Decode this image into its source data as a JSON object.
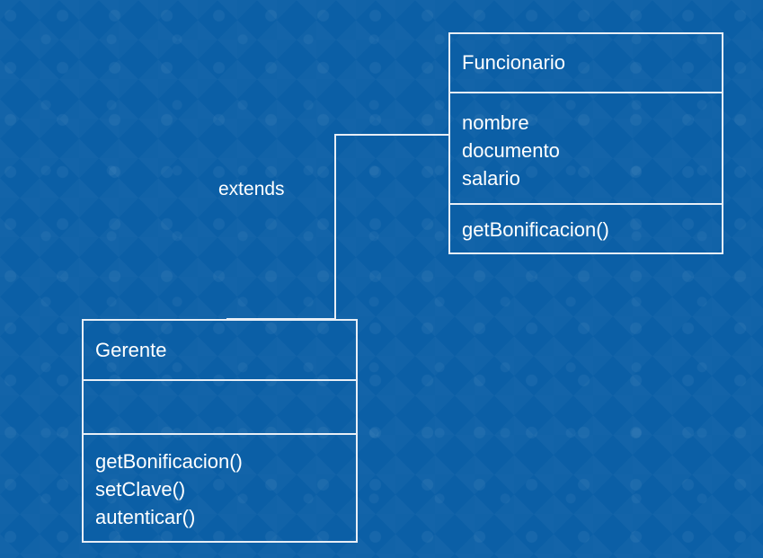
{
  "background_color": "#0b5fa6",
  "line_color": "#e8eef6",
  "relationship": {
    "label": "extends"
  },
  "classes": {
    "funcionario": {
      "name": "Funcionario",
      "attributes": [
        "nombre",
        "documento",
        "salario"
      ],
      "methods": [
        "getBonificacion()"
      ]
    },
    "gerente": {
      "name": "Gerente",
      "attributes": [],
      "methods": [
        "getBonificacion()",
        "setClave()",
        "autenticar()"
      ]
    }
  }
}
